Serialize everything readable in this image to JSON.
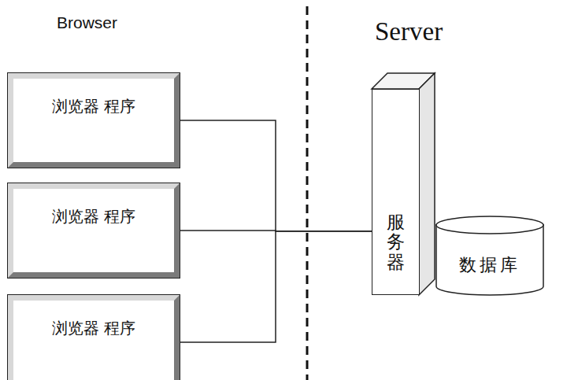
{
  "diagram": {
    "nodes": [
      {
        "text": [
          "浏览器 程序"
        ]
      },
      {
        "text": [
          "浏览器 程序"
        ]
      },
      {
        "text": [
          "浏览器 程序"
        ]
      },
      {
        "text": [
          "服务器"
        ]
      },
      {
        "text": [
          "数据库"
        ]
      }
    ],
    "edges": [
      {
        "from": 0,
        "to": 3,
        "arrow": "none"
      },
      {
        "from": 1,
        "to": 3,
        "arrow": "none"
      },
      {
        "from": 2,
        "to": 3,
        "arrow": "none"
      }
    ],
    "labels": [
      "Browser",
      "Server"
    ]
  }
}
